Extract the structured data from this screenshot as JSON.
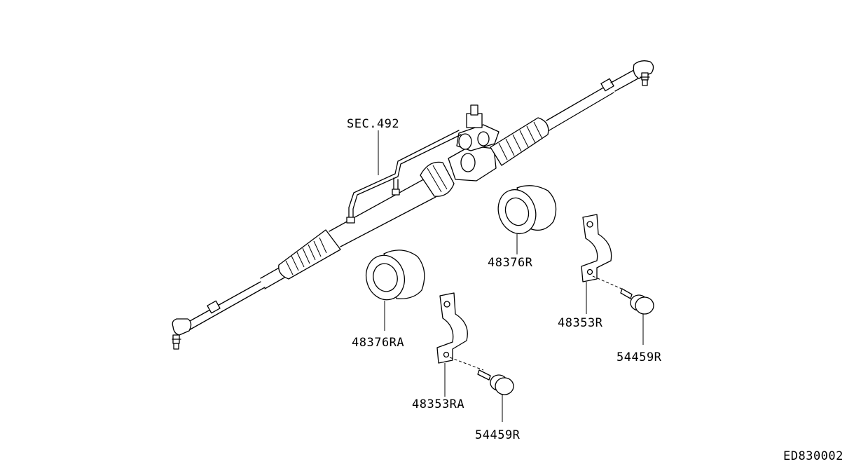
{
  "labels": {
    "sec_492": "SEC.492",
    "p48376R": "48376R",
    "p48376RA": "48376RA",
    "p48353R": "48353R",
    "p48353RA": "48353RA",
    "p54459R_right": "54459R",
    "p54459R_bottom": "54459R"
  },
  "drawing_code": "ED830002"
}
